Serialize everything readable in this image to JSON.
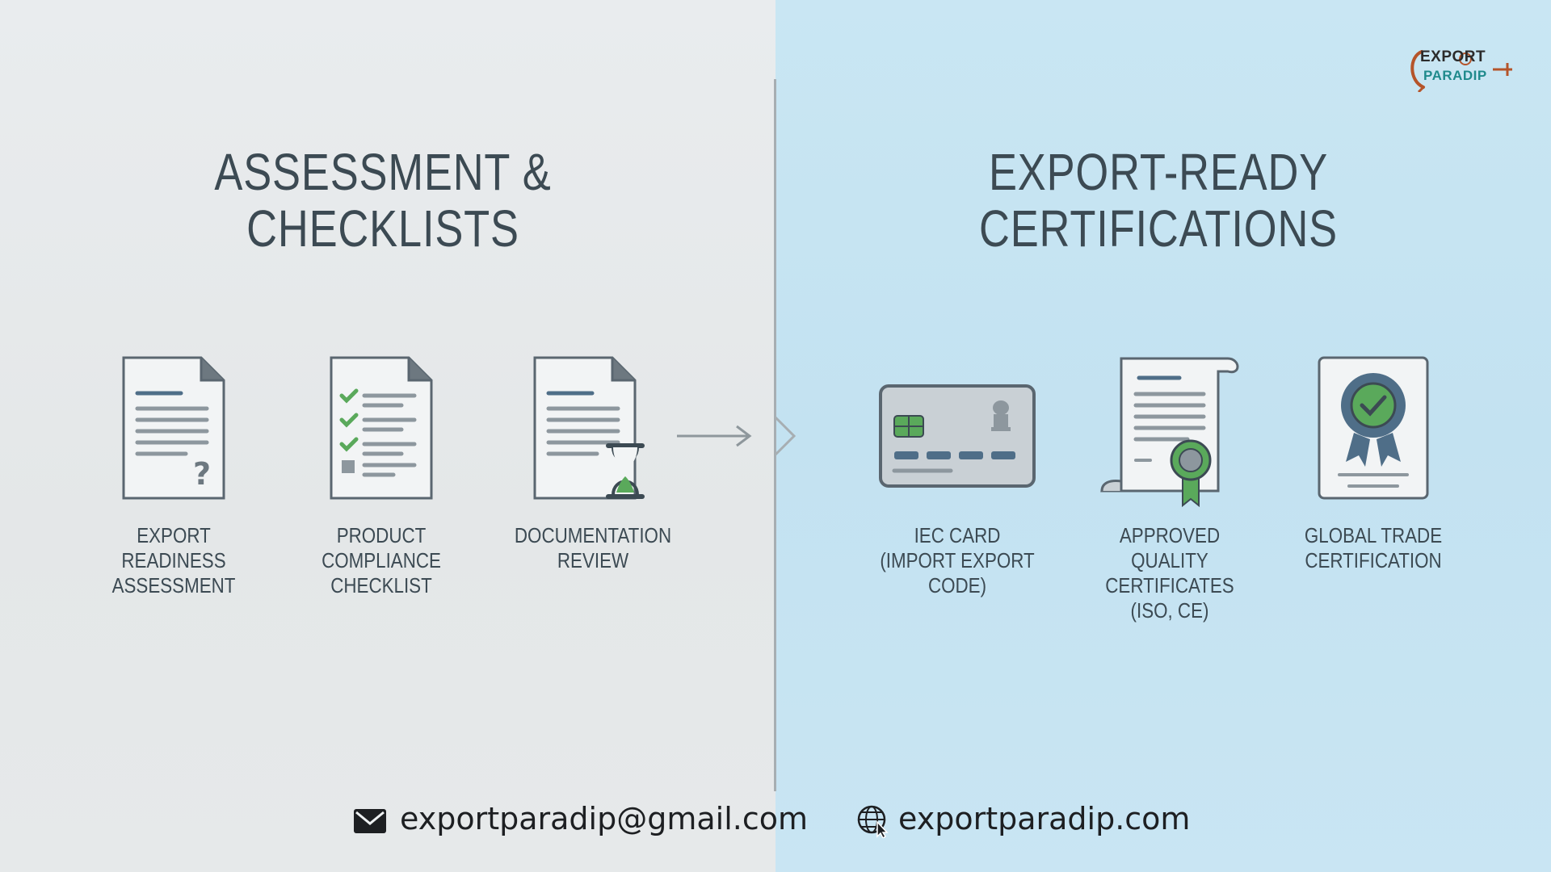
{
  "brand": {
    "logo_line_1": "EXPORT",
    "logo_line_2": "PARADIP",
    "colors": {
      "title_text": "#3c4a53",
      "left_panel_bg": "#e6e9ea",
      "right_panel_bg": "#c6e4f2",
      "icon_stroke": "#5a6670",
      "accent_green": "#5aa95b",
      "accent_blue": "#4f6e88",
      "logo_teal": "#1f8a8c",
      "logo_rust": "#b5542a"
    }
  },
  "left_section": {
    "title_line_1": "ASSESSMENT &",
    "title_line_2": "CHECKLISTS",
    "items": [
      {
        "icon": "document-question-icon",
        "label_line_1": "EXPORT READINESS",
        "label_line_2": "ASSESSMENT",
        "label_line_3": ""
      },
      {
        "icon": "checklist-document-icon",
        "label_line_1": "PRODUCT",
        "label_line_2": "COMPLIANCE",
        "label_line_3": "CHECKLIST"
      },
      {
        "icon": "document-hourglass-icon",
        "label_line_1": "DOCUMENTATION",
        "label_line_2": "REVIEW",
        "label_line_3": ""
      }
    ]
  },
  "right_section": {
    "title_line_1": "EXPORT-READY",
    "title_line_2": "CERTIFICATIONS",
    "items": [
      {
        "icon": "id-card-icon",
        "label_line_1": "IEC CARD",
        "label_line_2": "(IMPORT EXPORT",
        "label_line_3": "CODE)"
      },
      {
        "icon": "certificate-scroll-icon",
        "label_line_1": "APPROVED QUALITY",
        "label_line_2": "CERTIFICATES",
        "label_line_3": "(ISO, CE)"
      },
      {
        "icon": "award-badge-icon",
        "label_line_1": "GLOBAL TRADE",
        "label_line_2": "CERTIFICATION",
        "label_line_3": ""
      }
    ]
  },
  "contact": {
    "email_icon": "envelope-icon",
    "email": "exportparadip@gmail.com",
    "website_icon": "globe-cursor-icon",
    "website": "exportparadip.com"
  }
}
